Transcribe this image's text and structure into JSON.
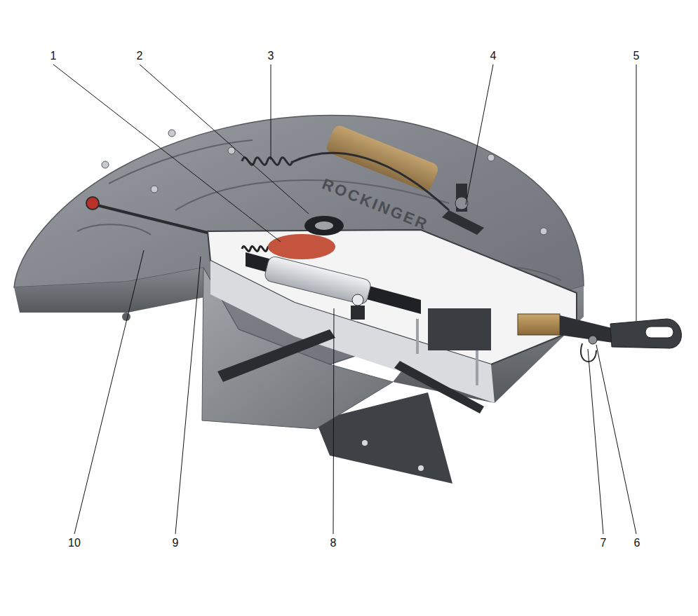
{
  "diagram": {
    "labels": [
      "1",
      "2",
      "3",
      "4",
      "5",
      "6",
      "7",
      "8",
      "9",
      "10",
      "ROCKINGER"
    ]
  }
}
